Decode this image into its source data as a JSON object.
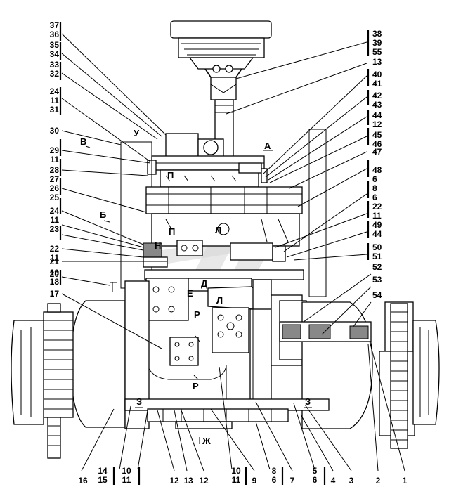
{
  "right_callouts": [
    {
      "lines": [
        "38",
        "39",
        "55"
      ]
    },
    {
      "lines": [
        "13"
      ]
    },
    {
      "lines": [
        "40",
        "41"
      ]
    },
    {
      "lines": [
        "42",
        "43"
      ]
    },
    {
      "lines": [
        "44",
        "12"
      ]
    },
    {
      "lines": [
        "45",
        "46"
      ]
    },
    {
      "lines": [
        "47"
      ]
    },
    {
      "lines": [
        "48",
        "6"
      ]
    },
    {
      "lines": [
        "8",
        "6"
      ]
    },
    {
      "lines": [
        "22",
        "11"
      ]
    },
    {
      "lines": [
        "49",
        "44"
      ]
    },
    {
      "lines": [
        "50",
        "51"
      ]
    },
    {
      "lines": [
        "52"
      ]
    },
    {
      "lines": [
        "53"
      ]
    },
    {
      "lines": [
        "54"
      ]
    }
  ],
  "left_callouts": [
    {
      "lines": [
        "37",
        "36"
      ]
    },
    {
      "lines": [
        "35",
        "34"
      ]
    },
    {
      "lines": [
        "33",
        "32"
      ]
    },
    {
      "lines": [
        "24",
        "11",
        "31"
      ]
    },
    {
      "lines": [
        "30"
      ]
    },
    {
      "lines": [
        "29",
        "11"
      ]
    },
    {
      "lines": [
        "28",
        "27"
      ]
    },
    {
      "lines": [
        "26",
        "25"
      ]
    },
    {
      "lines": [
        "24",
        "11"
      ]
    },
    {
      "lines": [
        "23"
      ]
    },
    {
      "lines": [
        "22",
        "11"
      ]
    },
    {
      "lines": [
        "21"
      ]
    },
    {
      "lines": [
        "20"
      ]
    },
    {
      "lines": [
        "19",
        "18"
      ]
    },
    {
      "lines": [
        "17"
      ]
    }
  ],
  "bottom_callouts": [
    {
      "lines": [
        "16"
      ]
    },
    {
      "lines": [
        "14",
        "15"
      ]
    },
    {
      "lines": [
        "10",
        "11"
      ]
    },
    {
      "lines": [
        "12"
      ]
    },
    {
      "lines": [
        "13"
      ]
    },
    {
      "lines": [
        "12"
      ]
    },
    {
      "lines": [
        "10",
        "11"
      ]
    },
    {
      "lines": [
        "9"
      ]
    },
    {
      "lines": [
        "8",
        "6"
      ]
    },
    {
      "lines": [
        "7"
      ]
    },
    {
      "lines": [
        "5",
        "6"
      ]
    },
    {
      "lines": [
        "4"
      ]
    },
    {
      "lines": [
        "3"
      ]
    },
    {
      "lines": [
        "2"
      ]
    },
    {
      "lines": [
        "1"
      ]
    }
  ],
  "view_letters": {
    "A": "А",
    "B": "В",
    "U": "У",
    "P_upper": "П",
    "B2": "Б",
    "P_mid": "П",
    "L_upper": "Л",
    "N": "Н",
    "D": "Д",
    "E": "Е",
    "L_mid": "Л",
    "R_upper": "Р",
    "R_lower": "Р",
    "Z_left": "З",
    "Z_right": "З",
    "ZH": "Ж"
  }
}
